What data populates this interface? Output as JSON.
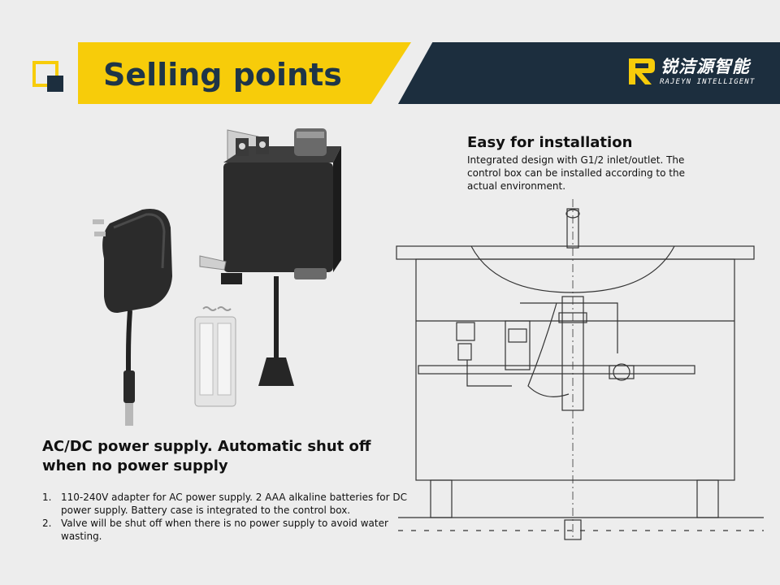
{
  "header": {
    "title": "Selling points",
    "brand_cn": "锐洁源智能",
    "brand_en": "RAJEYN INTELLIGENT",
    "colors": {
      "accent": "#f7cc0a",
      "dark": "#1c2e3e"
    }
  },
  "installation": {
    "heading": "Easy for installation",
    "description": "Integrated design with G1/2 inlet/outlet. The control box can be installed according to the actual environment."
  },
  "power": {
    "heading": "AC/DC power supply. Automatic shut off when no power supply",
    "notes": [
      {
        "num": "1.",
        "text": "110-240V adapter for AC power supply. 2 AAA alkaline batteries for  DC power supply. Battery case is integrated to the control box."
      },
      {
        "num": "2.",
        "text": "Valve will be shut off when there is no power supply to avoid water wasting."
      }
    ]
  },
  "icons": [
    "corner-square-icon",
    "rajeyn-logo-icon"
  ]
}
